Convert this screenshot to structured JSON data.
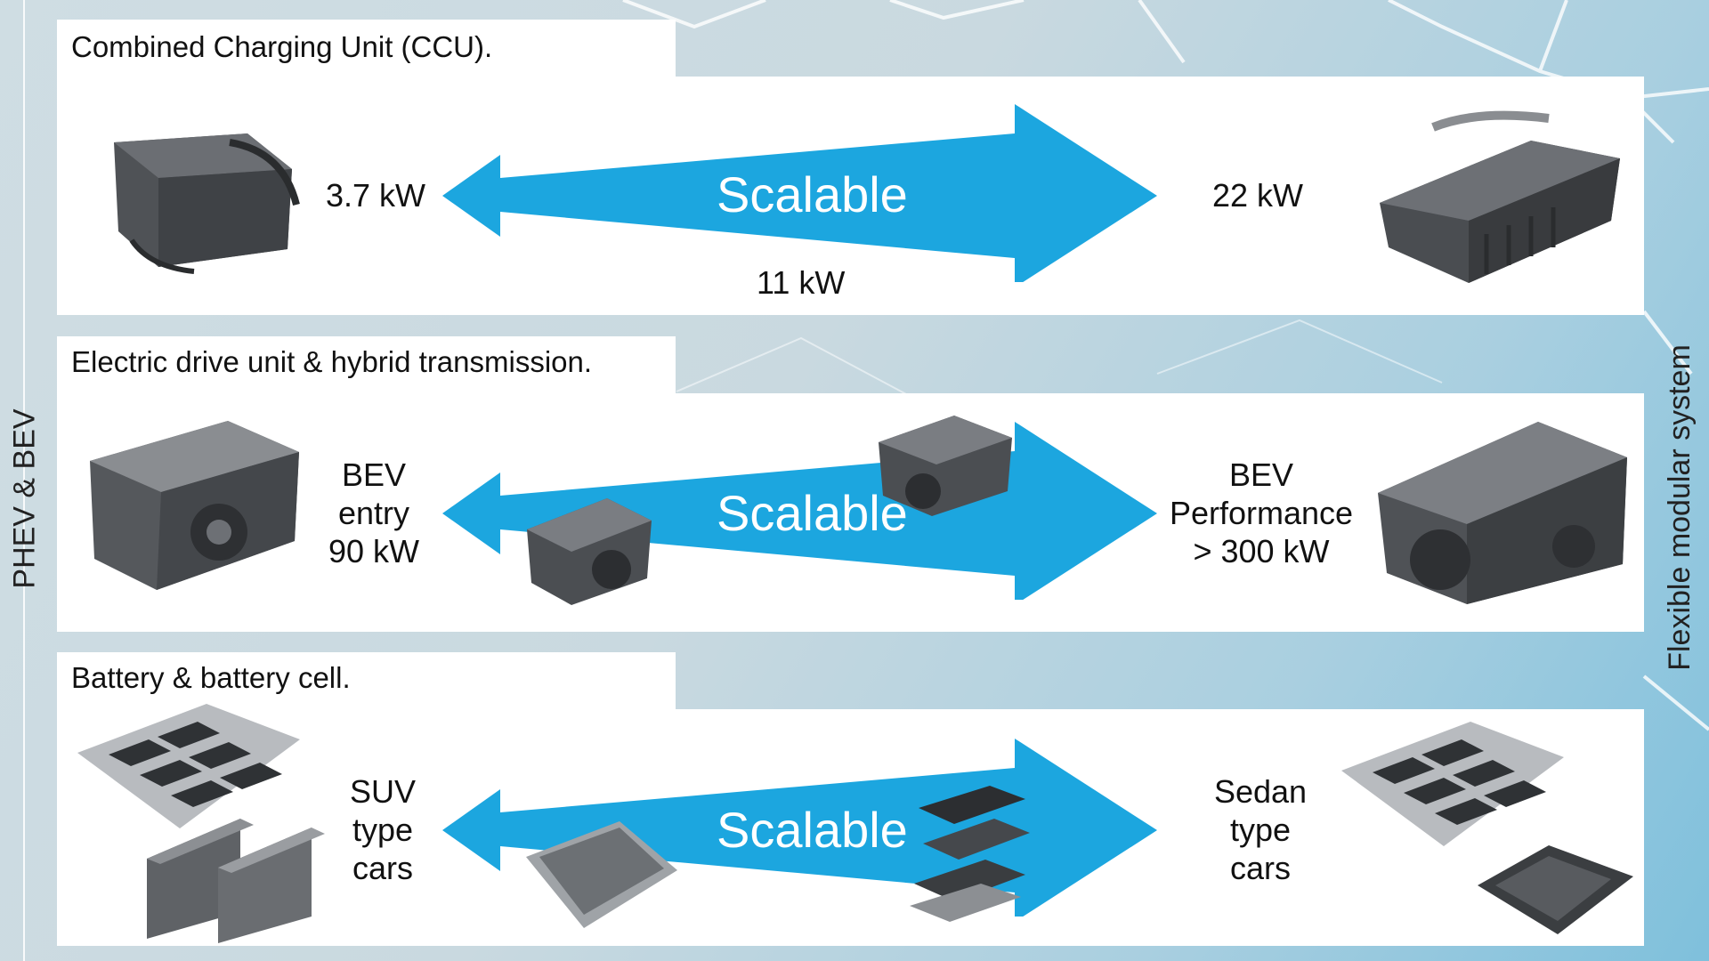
{
  "side": {
    "left_label": "PHEV & BEV",
    "right_label": "Flexible modular system"
  },
  "rows": [
    {
      "title": "Combined Charging Unit (CCU).",
      "left_label": "3.7 kW",
      "center_label": "Scalable",
      "bottom_label": "11 kW",
      "right_label": "22 kW"
    },
    {
      "title": "Electric drive unit & hybrid transmission.",
      "left_label": [
        "BEV",
        "entry",
        "90 kW"
      ],
      "center_label": "Scalable",
      "right_label": [
        "BEV",
        "Performance",
        "> 300 kW"
      ]
    },
    {
      "title": "Battery & battery cell.",
      "left_label": [
        "SUV",
        "type",
        "cars"
      ],
      "center_label": "Scalable",
      "right_label": [
        "Sedan",
        "type",
        "cars"
      ]
    }
  ],
  "colors": {
    "arrow": "#1ca6df",
    "panel": "#ffffff",
    "component": "#5b5e63"
  },
  "icons": [
    "charging-unit-small-icon",
    "charging-unit-large-icon",
    "drive-unit-icon",
    "battery-pack-icon",
    "battery-cell-icon"
  ]
}
